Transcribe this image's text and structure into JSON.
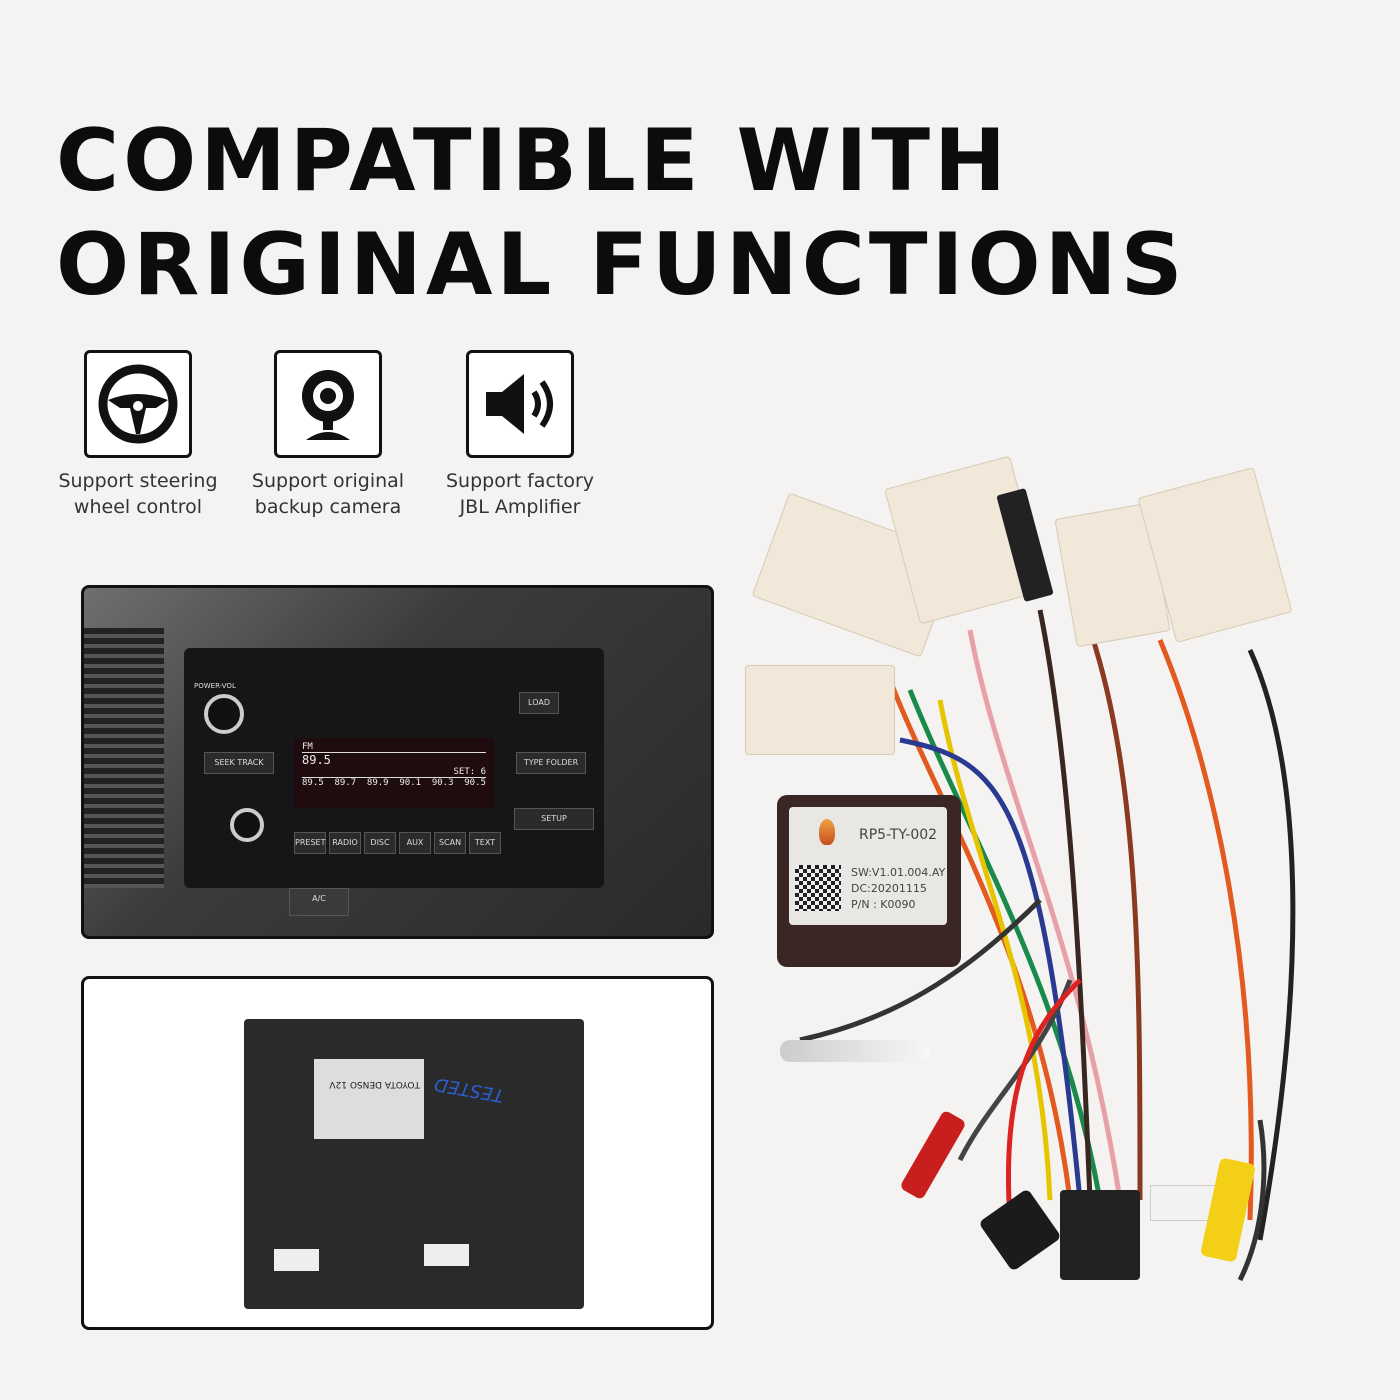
{
  "headline": {
    "line1": "COMPATIBLE WITH",
    "line2": "ORIGINAL FUNCTIONS"
  },
  "features": [
    {
      "icon": "steering-wheel-icon",
      "caption1": "Support steering",
      "caption2": "wheel control"
    },
    {
      "icon": "webcam-icon",
      "caption1": "Support original",
      "caption2": "backup camera"
    },
    {
      "icon": "speaker-icon",
      "caption1": "Support factory",
      "caption2": "JBL Amplifier"
    }
  ],
  "radio": {
    "band": "FM",
    "freq": "89.5",
    "set": "SET: 6",
    "presets": [
      "89.5",
      "89.7",
      "89.9",
      "90.1",
      "90.3",
      "90.5"
    ],
    "buttons": [
      "PRESET",
      "RADIO",
      "DISC",
      "AUX",
      "SCAN",
      "TEXT"
    ],
    "seek": "SEEK TRACK",
    "type": "TYPE FOLDER",
    "setup": "SETUP",
    "load": "LOAD",
    "ac": "A/C",
    "power": "POWER-VOL"
  },
  "unit": {
    "sticker": "TOYOTA DENSO 12V",
    "handwriting": "TESTED"
  },
  "module": {
    "model": "RP5-TY-002",
    "sw": "SW:V1.01.004.AY",
    "dc": "DC:20201115",
    "pn": "P/N : K0090"
  }
}
